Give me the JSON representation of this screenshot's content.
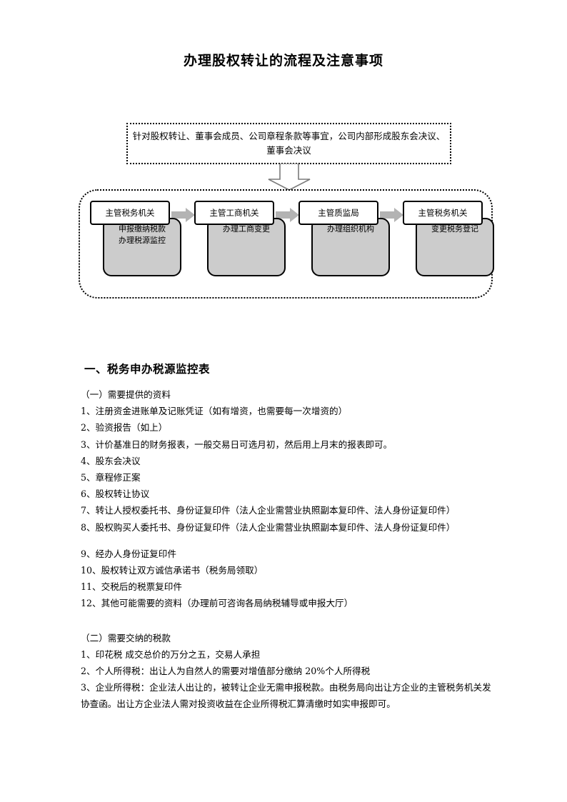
{
  "document": {
    "title": "办理股权转让的流程及注意事项"
  },
  "diagram": {
    "top_box": {
      "text": "针对股权转让、董事会成员、公司章程条款等事宜，公司内部形成股东会决议、董事会决议"
    },
    "down_arrow_icon": "arrow-down-block-icon",
    "right_arrow_icon": "arrow-right-block-icon",
    "arrow_color": "#b3b3b3",
    "box_fill_color": "#cccccc",
    "steps": [
      {
        "label": "主管税务机关",
        "body_line1": "申报缴纳税款",
        "body_line2": "办理税源监控"
      },
      {
        "label": "主管工商机关",
        "body_line1": "办理工商变更",
        "body_line2": ""
      },
      {
        "label": "主管质监局",
        "body_line1": "办理组织机构",
        "body_line2": ""
      },
      {
        "label": "主管税务机关",
        "body_line1": "变更税务登记",
        "body_line2": ""
      }
    ]
  },
  "section": {
    "heading": "一、税务申办税源监控表",
    "sub1": {
      "title": "（一）需要提供的资料",
      "items": [
        "1、注册资金进账单及记账凭证（如有增资，也需要每一次增资的）",
        "2、验资报告（如上）",
        "3、计价基准日的财务报表，一般交易日可选月初，然后用上月末的报表即可。",
        "4、股东会决议",
        "5、章程修正案",
        "6、股权转让协议",
        "7、转让人授权委托书、身份证复印件（法人企业需营业执照副本复印件、法人身份证复印件）",
        "8、股权购买人委托书、身份证复印件（法人企业需营业执照副本复印件、法人身份证复印件）",
        "9、经办人身份证复印件",
        "10、股权转让双方诚信承诺书（税务局领取）",
        "11、交税后的税票复印件",
        "12、其他可能需要的资料（办理前可咨询各局纳税辅导或申报大厅）"
      ]
    },
    "sub2": {
      "title": "（二）需要交纳的税款",
      "items": [
        "1、印花税  成交总价的万分之五，交易人承担",
        "2、个人所得税：出让人为自然人的需要对增值部分缴纳 20%个人所得税",
        "3、企业所得税：企业法人出让的，被转让企业无需申报税款。由税务局向出让方企业的主管税务机关发协查函。出让方企业法人需对投资收益在企业所得税汇算清缴时如实申报即可。"
      ]
    }
  }
}
